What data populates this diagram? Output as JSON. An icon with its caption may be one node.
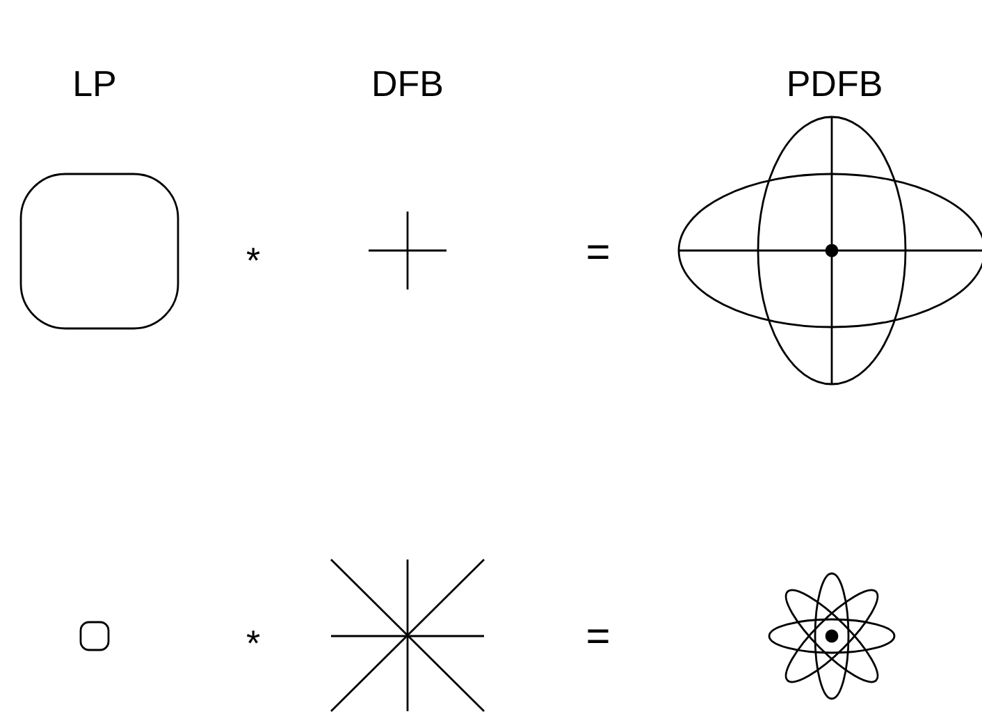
{
  "diagram": {
    "labels": [
      "LP",
      "DFB",
      "PDFB",
      "*",
      "=",
      "*",
      "="
    ]
  }
}
